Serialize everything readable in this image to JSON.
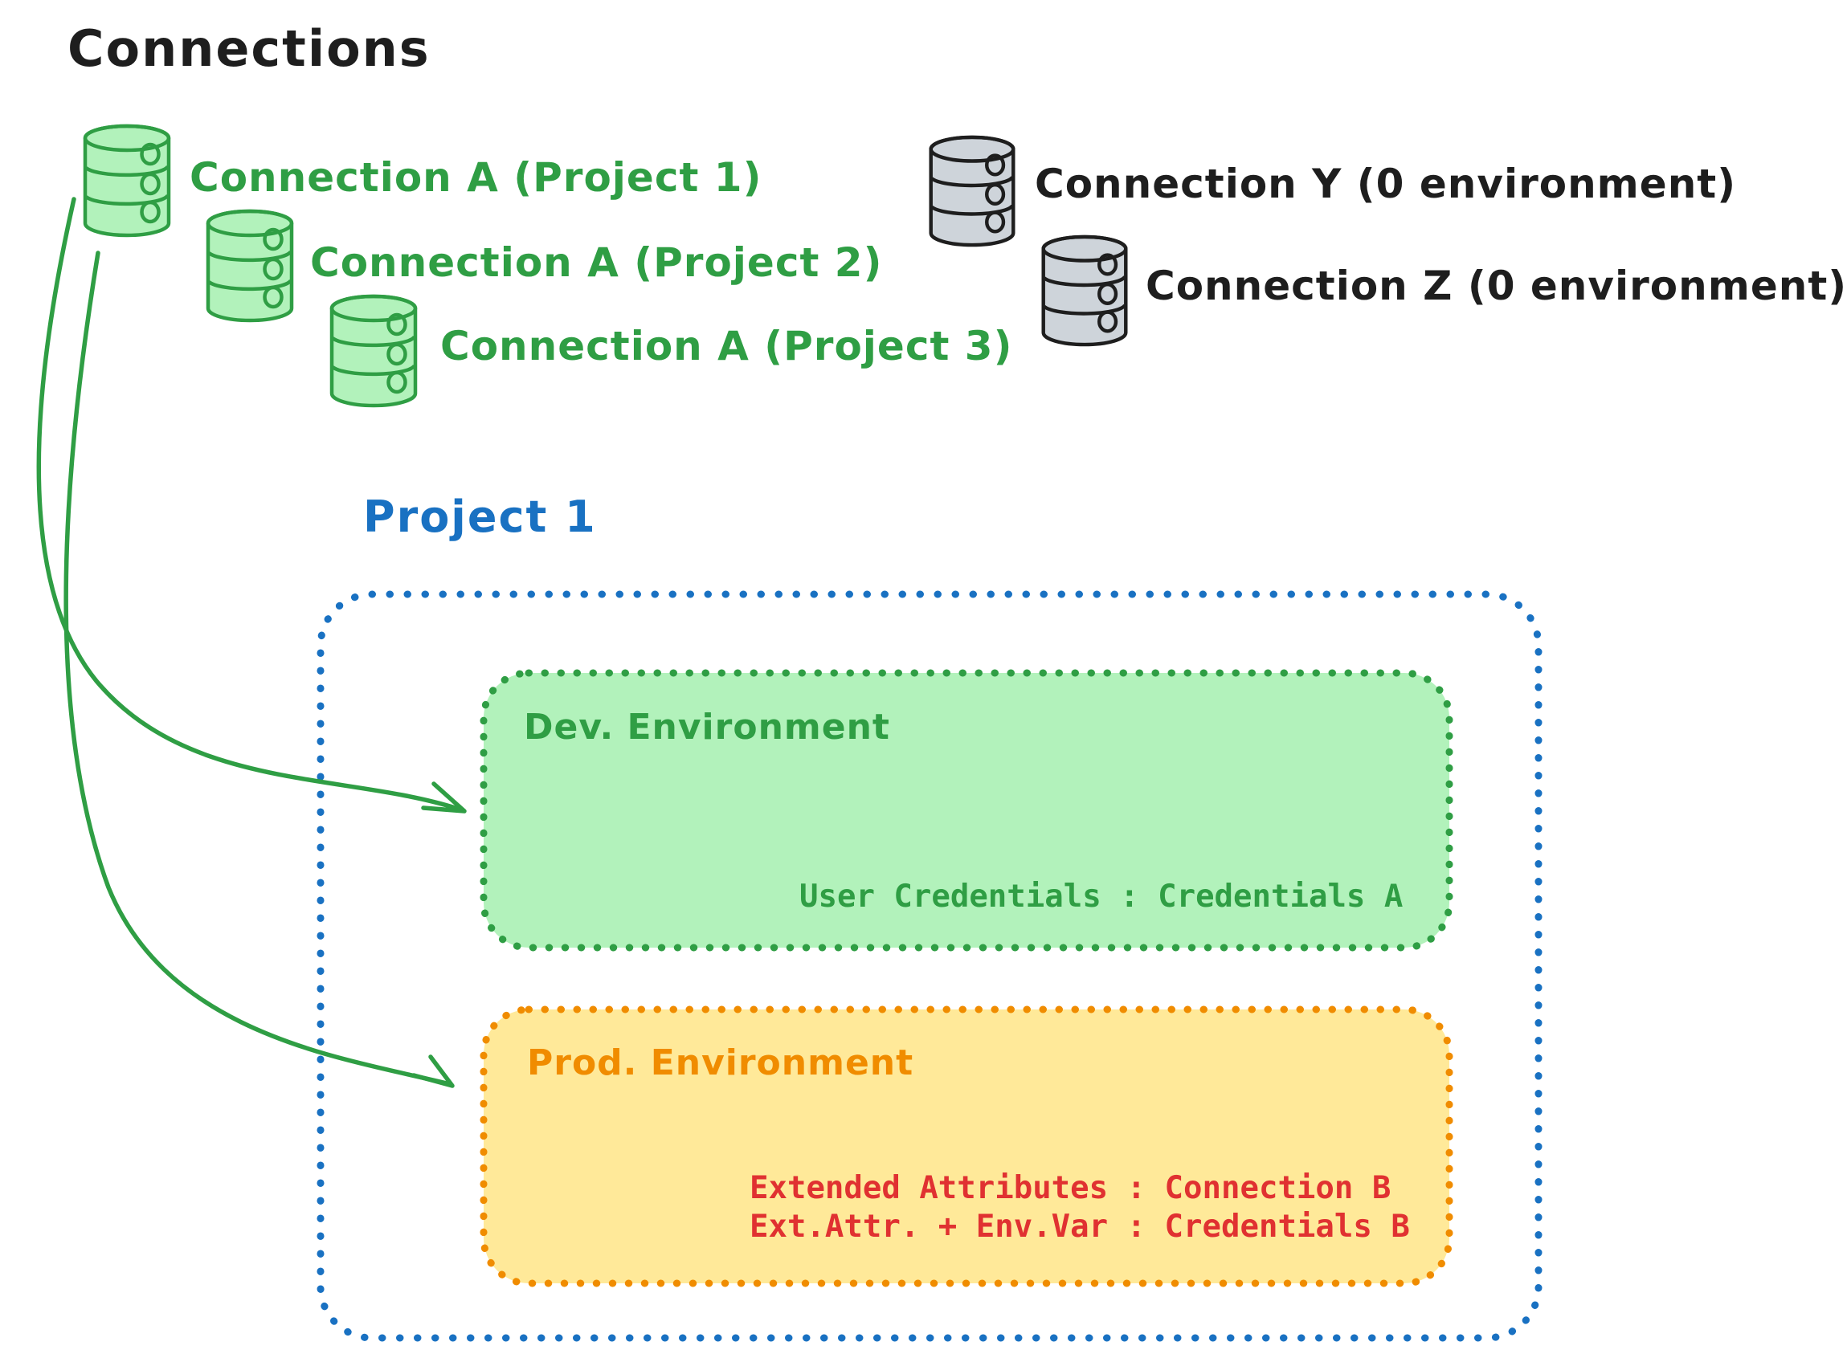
{
  "heading": "Connections",
  "colors": {
    "ink": "#1e1e1e",
    "green_stroke": "#2f9e44",
    "green_fill": "#b2f2bb",
    "gray_fill": "#ced4da",
    "blue": "#1971c2",
    "orange": "#f08c00",
    "yellow_fill": "#ffe999",
    "red": "#e03131"
  },
  "connections": {
    "project_scoped": [
      {
        "icon": "database-icon",
        "label": "Connection A (Project 1)"
      },
      {
        "icon": "database-icon",
        "label": "Connection A (Project 2)"
      },
      {
        "icon": "database-icon",
        "label": "Connection A (Project 3)"
      }
    ],
    "unscoped": [
      {
        "icon": "database-icon",
        "label": "Connection Y (0 environment)"
      },
      {
        "icon": "database-icon",
        "label": "Connection Z (0 environment)"
      }
    ]
  },
  "project": {
    "title": "Project 1",
    "environments": [
      {
        "name": "Dev. Environment",
        "mapping_lines": [
          "User Credentials : Credentials A"
        ]
      },
      {
        "name": "Prod. Environment",
        "mapping_lines": [
          "Extended Attributes : Connection B",
          "Ext.Attr. + Env.Var : Credentials B"
        ]
      }
    ]
  }
}
